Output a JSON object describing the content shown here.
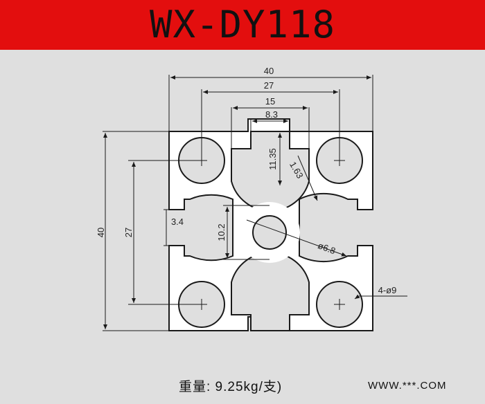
{
  "header": {
    "title": "WX-DY118"
  },
  "dimensions": {
    "overall_width": "40",
    "hole_spacing_x": "27",
    "slot_opening_outer": "15",
    "slot_opening_inner": "8.3",
    "slot_depth": "11.35",
    "wall_thickness": "1.63",
    "overall_height": "40",
    "hole_spacing_y": "27",
    "lip_thickness": "3.4",
    "core_width": "10.2",
    "center_hole": "ø6.8",
    "corner_holes": "4-ø9"
  },
  "footer": {
    "weight": "重量: 9.25kg/支)",
    "website": "WWW.***.COM"
  },
  "colors": {
    "header_bg": "#e30e0e",
    "profile_fill": "#ffffff",
    "line": "#1a1a1a",
    "background": "#dfdfdf"
  }
}
